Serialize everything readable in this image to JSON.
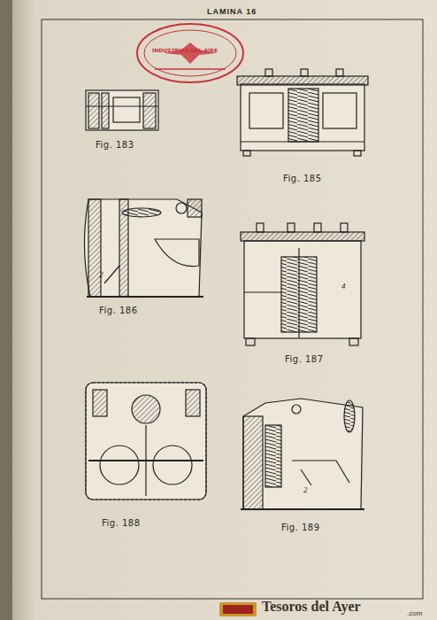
{
  "diagram": {
    "title": "LAMINA 16",
    "labels": [
      "INDUSTRIAS DEL AIRE",
      "Fig. 183",
      "Fig. 185",
      "Fig. 186",
      "Fig. 187",
      "Fig. 188",
      "Fig. 189",
      "2",
      "4",
      "2",
      "Tesoros del Ayer",
      ".com"
    ]
  }
}
